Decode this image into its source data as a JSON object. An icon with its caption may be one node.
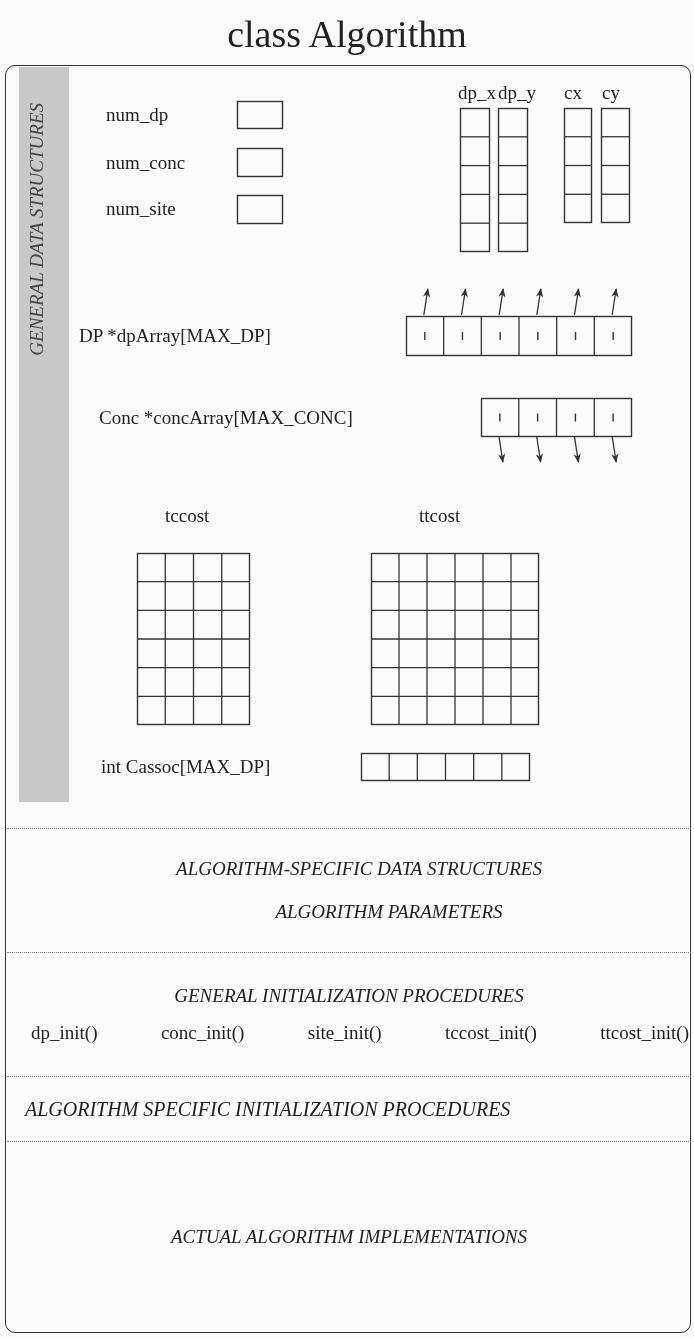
{
  "diagram": {
    "title": "class Algorithm",
    "nodes": [
      {
        "text": [],
        "shape": "box"
      },
      {
        "text": [
          "GENERAL DATA STRUCTURES"
        ],
        "in": 0
      },
      {
        "text": [
          "ALGORITHM-SPECIFIC DATA STRUCTURES",
          "ALGORITHM PARAMETERS"
        ],
        "in": 0
      },
      {
        "text": [
          "GENERAL INITIALIZATION PROCEDURES",
          "dp_init()",
          "conc_init()",
          "site_init()",
          "tccost_init()",
          "ttcost_init()"
        ],
        "in": 0
      },
      {
        "text": [
          "ALGORITHM SPECIFIC INITIALIZATION PROCEDURES"
        ],
        "in": 0
      },
      {
        "text": [
          "ACTUAL ALGORITHM IMPLEMENTATIONS"
        ],
        "in": 0
      },
      {
        "text": [],
        "shape": "box",
        "beside": [
          "num_dp"
        ],
        "in": 1
      },
      {
        "text": [],
        "shape": "box",
        "beside": [
          "num_conc"
        ],
        "in": 1
      },
      {
        "text": [],
        "shape": "box",
        "beside": [
          "num_site"
        ],
        "in": 1
      },
      {
        "text": [],
        "shape": "box",
        "beside": [
          "dp_x"
        ],
        "in": 1
      },
      {
        "text": [],
        "shape": "box",
        "beside": [
          "dp_y"
        ],
        "in": 1
      },
      {
        "text": [],
        "shape": "box",
        "beside": [
          "cx"
        ],
        "in": 1
      },
      {
        "text": [],
        "shape": "box",
        "beside": [
          "cy"
        ],
        "in": 1
      },
      {
        "text": [],
        "shape": "box",
        "in": 1
      },
      {
        "text": [],
        "shape": "box",
        "in": 1
      },
      {
        "text": [],
        "shape": "box",
        "beside": [
          "tccost"
        ],
        "in": 1
      },
      {
        "text": [],
        "shape": "box",
        "beside": [
          "ttcost"
        ],
        "in": 1
      },
      {
        "text": [],
        "shape": "box",
        "in": 1
      }
    ],
    "labels": [
      "DP *dpArray[MAX_DP]",
      "Conc *concArray[MAX_CONC]",
      "int Cassoc[MAX_DP]"
    ],
    "edges": [
      {
        "from": 13,
        "to": null,
        "arrow": "to"
      },
      {
        "from": 13,
        "to": null,
        "arrow": "to"
      },
      {
        "from": 13,
        "to": null,
        "arrow": "to"
      },
      {
        "from": 13,
        "to": null,
        "arrow": "to"
      },
      {
        "from": 13,
        "to": null,
        "arrow": "to"
      },
      {
        "from": 13,
        "to": null,
        "arrow": "to"
      },
      {
        "from": 14,
        "to": null,
        "arrow": "to"
      },
      {
        "from": 14,
        "to": null,
        "arrow": "to"
      },
      {
        "from": 14,
        "to": null,
        "arrow": "to"
      },
      {
        "from": 14,
        "to": null,
        "arrow": "to"
      }
    ]
  }
}
